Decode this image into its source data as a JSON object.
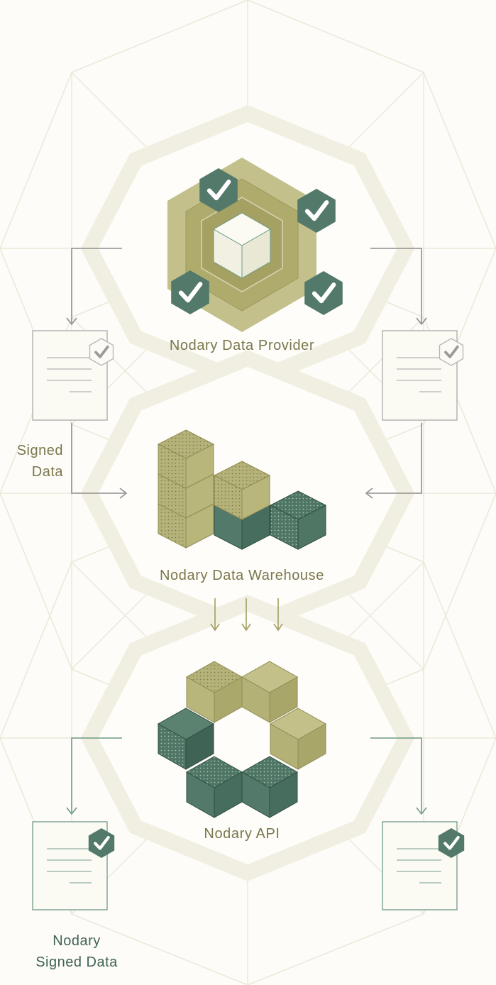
{
  "nodes": {
    "provider": {
      "label": "Nodary Data Provider"
    },
    "warehouse": {
      "label": "Nodary Data Warehouse"
    },
    "api": {
      "label": "Nodary API"
    }
  },
  "labels": {
    "signed_data": [
      "Signed",
      "Data"
    ],
    "nodary_signed_data": [
      "Nodary",
      "Signed Data"
    ]
  },
  "icons": {
    "check": "checkmark-icon",
    "document": "signed-document-icon",
    "cube": "cube-icon"
  },
  "colors": {
    "background": "#fdfcf8",
    "ring": "#f1efe1",
    "grid_line": "#ebe9d9",
    "olive": "#b9b67c",
    "olive_dark": "#a19e62",
    "green": "#52796a",
    "green_dark": "#3f6355",
    "label_olive": "#7a774c",
    "label_green": "#3f6355",
    "arrow_gray": "#8f8f8f",
    "arrow_olive": "#a19e62",
    "arrow_green": "#6f9a86"
  }
}
